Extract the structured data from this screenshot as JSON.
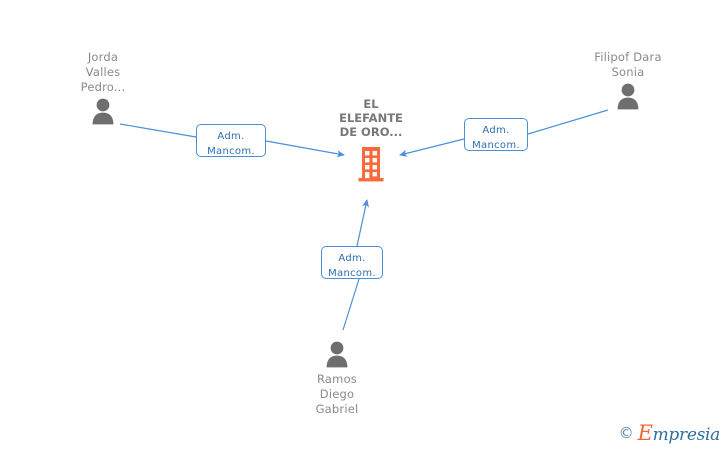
{
  "diagram": {
    "title": "Relationship graph",
    "colors": {
      "company_orange": "#FB6A3C",
      "person_gray": "#6E6E6E",
      "edge_blue": "#4a90d9",
      "label_gray": "#8a8a8a",
      "box_text_blue": "#2f6fb3"
    },
    "company": {
      "name": "EL\nELEFANTE\nDE ORO...",
      "icon": "building-icon"
    },
    "people": [
      {
        "id": "jorda-valles-pedro",
        "name": "Jorda\nValles\nPedro...",
        "icon": "person-icon",
        "relation": {
          "line1": "Adm.",
          "line2": "Mancom."
        }
      },
      {
        "id": "filipof-dara-sonia",
        "name": "Filipof Dara\nSonia",
        "icon": "person-icon",
        "relation": {
          "line1": "Adm.",
          "line2": "Mancom."
        }
      },
      {
        "id": "ramos-diego-gabriel",
        "name": "Ramos\nDiego\nGabriel",
        "icon": "person-icon",
        "relation": {
          "line1": "Adm.",
          "line2": "Mancom."
        }
      }
    ],
    "watermark": {
      "copyright": "©",
      "brand_initial": "E",
      "brand_rest": "mpresia"
    }
  }
}
